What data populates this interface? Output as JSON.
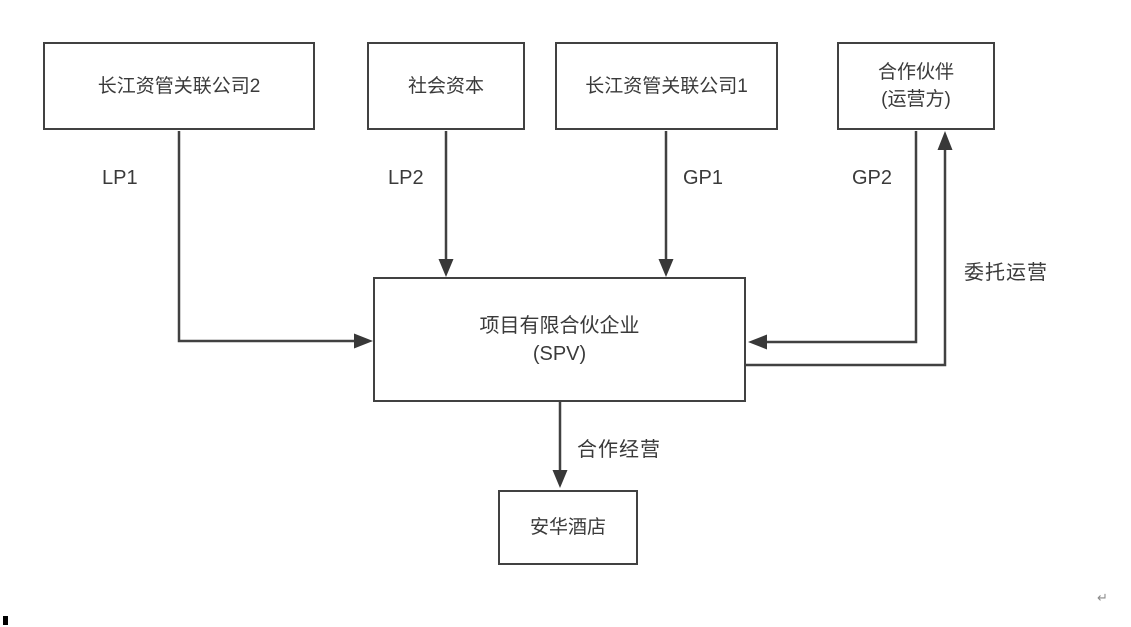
{
  "diagram": {
    "nodes": {
      "company2": {
        "label": "长江资管关联公司2"
      },
      "social_capital": {
        "label": "社会资本"
      },
      "company1": {
        "label": "长江资管关联公司1"
      },
      "partner": {
        "line1": "合作伙伴",
        "line2": "(运营方)"
      },
      "spv": {
        "line1": "项目有限合伙企业",
        "line2": "(SPV)"
      },
      "hotel": {
        "label": "安华酒店"
      }
    },
    "edge_labels": {
      "lp1": "LP1",
      "lp2": "LP2",
      "gp1": "GP1",
      "gp2": "GP2",
      "entrusted_operation": "委托运营",
      "cooperative_operation": "合作经营"
    },
    "marks": {
      "return_mark": "↵"
    },
    "colors": {
      "line": "#414141",
      "text": "#3a3a3a",
      "background": "#ffffff"
    }
  }
}
